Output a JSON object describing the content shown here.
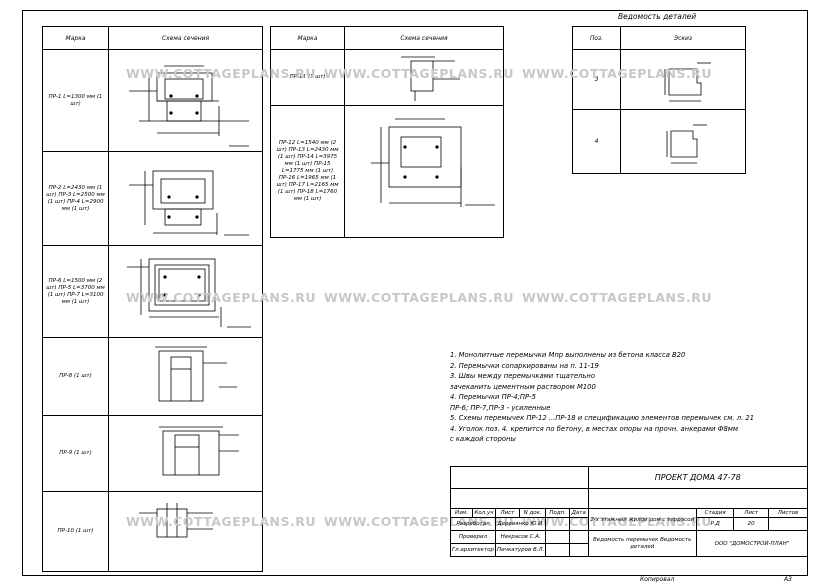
{
  "watermark": "WWW.COTTAGEPLANS.RU",
  "table1": {
    "header_mark": "Марка",
    "header_sketch": "Схема сечения",
    "rows": [
      {
        "mark": "ПР-1 L=1300 мм (1 шт)"
      },
      {
        "mark": "ПР-2 L=2430 мм (1 шт) ПР-3 L=2500 мм (1 шт) ПР-4 L=2900 мм (1 шт)"
      },
      {
        "mark": "ПР-6 L=1500 мм (2 шт) ПР-5 L=3700 мм (1 шт) ПР-7 L=3100 мм (1 шт)"
      },
      {
        "mark": "ПР-8 (1 шт)"
      },
      {
        "mark": "ПР-9 (1 шт)"
      },
      {
        "mark": "ПР-10 (1 шт)"
      }
    ]
  },
  "table2": {
    "header_mark": "Марка",
    "header_sketch": "Схема сечения",
    "rows": [
      {
        "mark": "ПР-11 (1 шт)"
      },
      {
        "mark": "ПР-12 L=1540 мм (2 шт) ПР-13 L=2430 мм (1 шт) ПР-14 L=3975 мм (1 шт) ПР-15 L=1775 мм (1 шт) ПР-16 L=1965 мм (1 шт) ПР-17 L=2165 мм (1 шт) ПР-18 L=1760 мм (1 шт)"
      }
    ]
  },
  "table3": {
    "title": "Ведомость деталей",
    "header_pos": "Поз.",
    "header_sketch": "Эскиз",
    "rows": [
      {
        "pos": "3"
      },
      {
        "pos": "4"
      }
    ]
  },
  "notes": [
    "1.   Монолитные перемычки Мпр выполнены из бетона класса В20",
    "2.   Перемычки сопаркированы на п. 11-19",
    "3.   Швы между перемычками тщательно",
    "зачеканить цементным раствором М100",
    "4.   Перемычки ПР-4;ПР-5",
    "ПР-6; ПР-7,ПР-3 - усиленные",
    "5. Схемы перемычек ПР-12 ...ПР-18 и спецификацию элементов перемычек см. л. 21",
    "4. Уголок поз. 4. крепится по бетону, в местах опоры на прочн. анкерами Ф8мм",
    "с каждой стороны"
  ],
  "stamp": {
    "project": "ПРОЕКТ ДОМА 47-78",
    "cols": [
      "Изм.",
      "Кол.уч",
      "Лист",
      "N док.",
      "Подп.",
      "Дата"
    ],
    "roles": [
      "Разработал",
      "Проверил",
      "Гл.архитектор"
    ],
    "names": [
      "Деревянко Ю.И.",
      "Некрасов С.А.",
      "Пичкатуров В.Л."
    ],
    "description": "2-х этажный жилой дом с террасой",
    "sheet_title": "Ведомость перемычек Ведомость деталей",
    "stage_label": "Стадия",
    "sheet_label": "Лист",
    "sheets_label": "Листов",
    "stage": "Р.Д",
    "sheet": "20",
    "company": "ООО \"ДОМОСТРОЙ-ПЛАН\""
  },
  "footer": {
    "copied": "Копировал",
    "format": "А3"
  }
}
